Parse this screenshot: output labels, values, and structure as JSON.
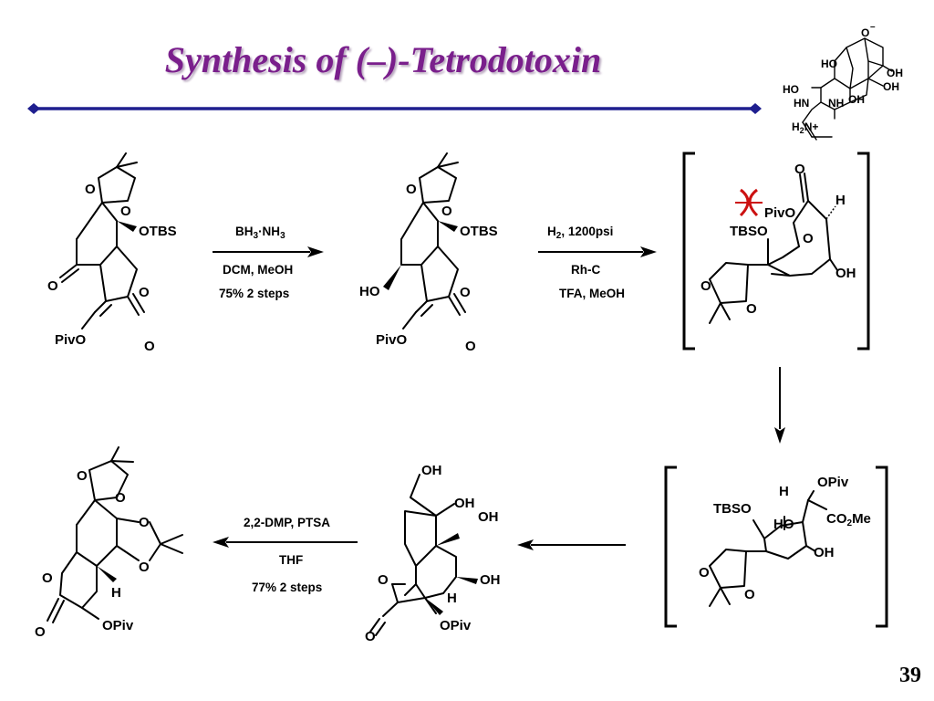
{
  "slide": {
    "title": "Synthesis of (–)-Tetrodotoxin",
    "page_number": "39",
    "accent_color": "#7a1f8c",
    "rule_color": "#1f1f8f"
  },
  "target_structure": {
    "labels": [
      "O",
      "–",
      "HO",
      "OH",
      "HO",
      "OH",
      "HN",
      "NH",
      "OH",
      "H",
      "2",
      "N+"
    ]
  },
  "structure_1": {
    "labels": [
      "O",
      "O",
      "OTBS",
      "O",
      "O",
      "PivO",
      "O"
    ]
  },
  "step_1": {
    "reagent_line_1_main": "BH",
    "reagent_line_1_sub1": "3",
    "reagent_line_1_mid": "·NH",
    "reagent_line_1_sub2": "3",
    "reagent_line_2": "DCM, MeOH",
    "reagent_line_3": "75% 2 steps"
  },
  "structure_2": {
    "labels": [
      "O",
      "O",
      "OTBS",
      "HO",
      "O",
      "PivO",
      "O"
    ]
  },
  "step_2": {
    "reagent_line_1_main": "H",
    "reagent_line_1_sub": "2",
    "reagent_line_1_rest": ", 1200psi",
    "reagent_line_2": "Rh-C",
    "reagent_line_3": "TFA, MeOH"
  },
  "intermediate_1": {
    "labels": [
      "O",
      "PivO",
      "H",
      "TBSO",
      "O",
      "OH",
      "O",
      "O"
    ],
    "steric_clash_color": "#cc1111"
  },
  "intermediate_2": {
    "labels": [
      "H",
      "OPiv",
      "TBSO",
      "HO",
      "CO",
      "2",
      "Me",
      "OH",
      "O",
      "O"
    ]
  },
  "structure_3": {
    "labels": [
      "OH",
      "OH",
      "OH",
      "O",
      "H",
      "OH",
      "O",
      "OPiv"
    ]
  },
  "step_4": {
    "reagent_line_1": "2,2-DMP, PTSA",
    "reagent_line_2": "THF",
    "reagent_line_3": "77% 2 steps"
  },
  "structure_4": {
    "labels": [
      "O",
      "O",
      "O",
      "O",
      "O",
      "H",
      "O",
      "OPiv"
    ]
  }
}
